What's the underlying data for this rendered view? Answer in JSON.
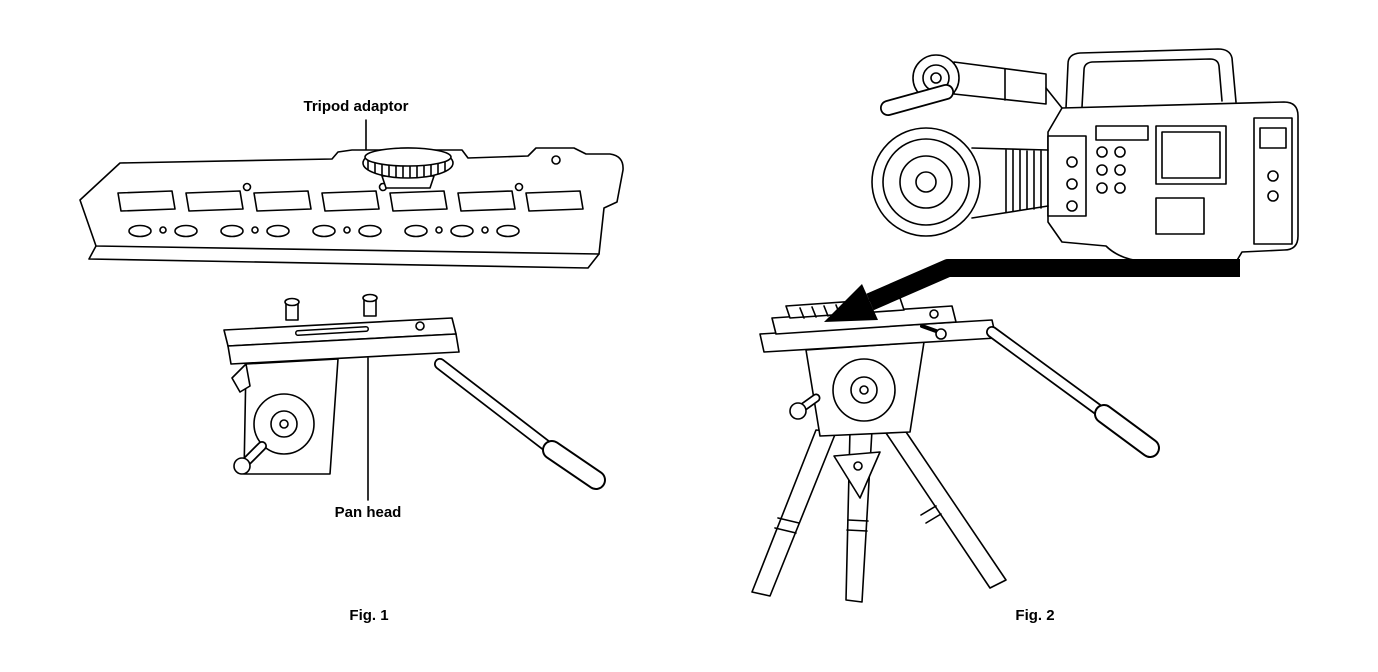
{
  "document": {
    "background_color": "#ffffff",
    "line_color": "#000000"
  },
  "figures": [
    {
      "caption": "Fig. 1",
      "callouts": [
        {
          "text": "Tripod adaptor"
        },
        {
          "text": "Pan head"
        }
      ],
      "illustrations": [
        "tripod-adaptor-plate",
        "pan-head-with-quick-release-and-handle"
      ]
    },
    {
      "caption": "Fig. 2",
      "callouts": [],
      "illustrations": [
        "camcorder",
        "tripod-with-pan-head",
        "mounting-arrow"
      ]
    }
  ]
}
